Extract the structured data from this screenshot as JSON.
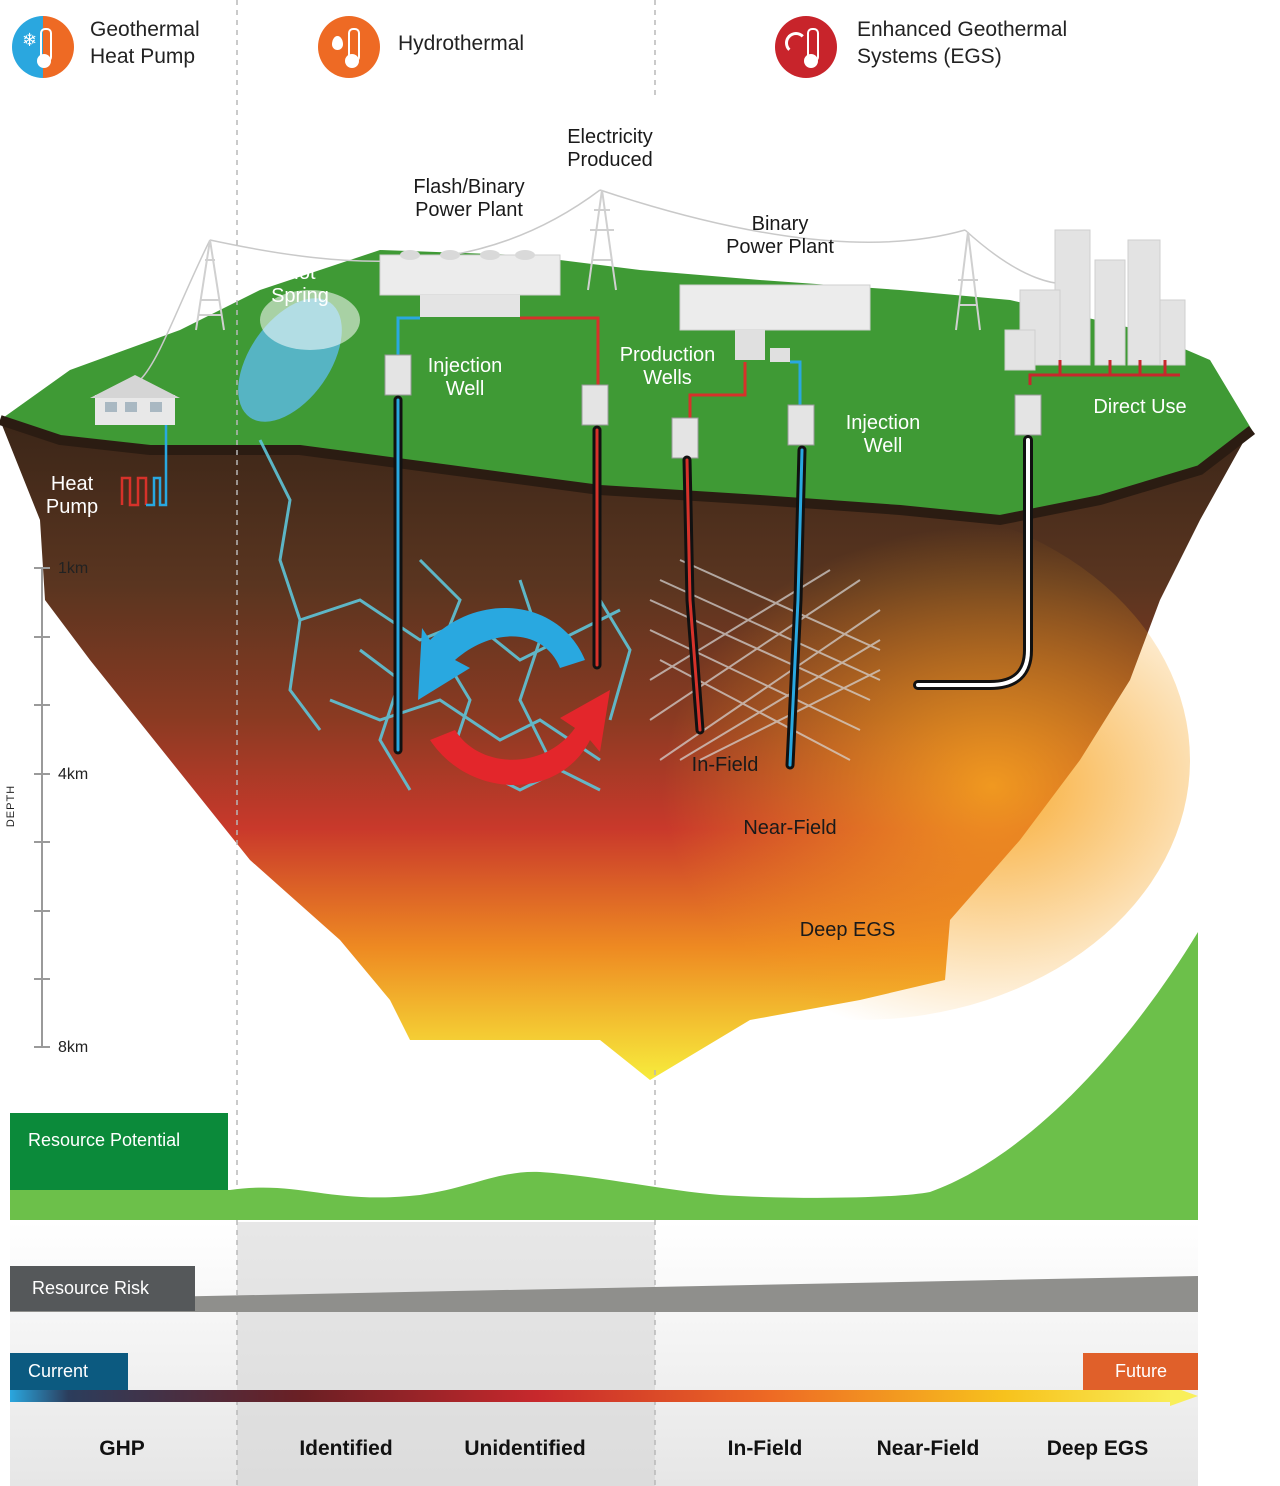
{
  "header": {
    "ghp": {
      "line1": "Geothermal",
      "line2": "Heat Pump",
      "icon": "thermometer-snowflake-icon",
      "color": "#2aa7df"
    },
    "hydro": {
      "label": "Hydrothermal",
      "icon": "thermometer-drop-icon",
      "color": "#ee6a24"
    },
    "egs": {
      "line1": "Enhanced Geothermal",
      "line2": "Systems (EGS)",
      "icon": "thermometer-waves-icon",
      "color": "#c8242b"
    }
  },
  "labels": {
    "electricity_1": "Electricity",
    "electricity_2": "Produced",
    "flash_1": "Flash/Binary",
    "flash_2": "Power Plant",
    "binary_1": "Binary",
    "binary_2": "Power Plant",
    "hot_spring_1": "Hot",
    "hot_spring_2": "Spring",
    "injection_well_1": "Injection",
    "injection_well_2": "Well",
    "production_wells_1": "Production",
    "production_wells_2": "Wells",
    "injection_well_b_1": "Injection",
    "injection_well_b_2": "Well",
    "direct_use": "Direct Use",
    "heat_pump_1": "Heat",
    "heat_pump_2": "Pump",
    "in_field": "In-Field",
    "near_field": "Near-Field",
    "deep_egs": "Deep EGS"
  },
  "depth_axis": {
    "title": "DEPTH",
    "ticks": [
      "1km",
      "4km",
      "8km"
    ]
  },
  "bands": {
    "resource_potential": "Resource Potential",
    "resource_risk": "Resource Risk",
    "current": "Current",
    "future": "Future"
  },
  "categories": [
    "GHP",
    "Identified",
    "Unidentified",
    "In-Field",
    "Near-Field",
    "Deep EGS"
  ],
  "colors": {
    "grass": "#3f9a35",
    "potential_dark": "#0b8a3a",
    "potential_light": "#6cc04a",
    "risk_dark": "#55585a",
    "risk_light": "#8f8f8c",
    "current": "#0c5a80",
    "future": "#e0602a",
    "hot_red": "#d6322a",
    "warm_orange": "#f39a1f",
    "yellow": "#f7e43a",
    "cold_blue": "#29a8e0"
  }
}
